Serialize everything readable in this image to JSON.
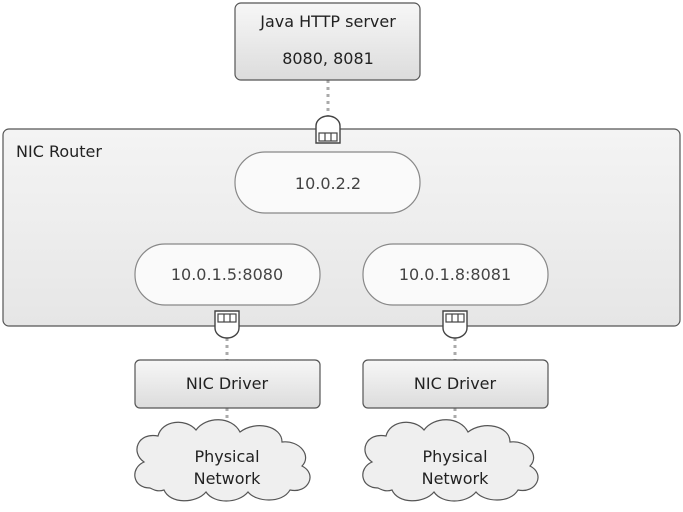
{
  "server": {
    "title": "Java HTTP server",
    "ports": "8080, 8081"
  },
  "router": {
    "title": "NIC Router",
    "nodes": {
      "top": "10.0.2.2",
      "left": "10.0.1.5:8080",
      "right": "10.0.1.8:8081"
    }
  },
  "drivers": {
    "left": "NIC Driver",
    "right": "NIC Driver"
  },
  "networks": {
    "left": {
      "line1": "Physical",
      "line2": "Network"
    },
    "right": {
      "line1": "Physical",
      "line2": "Network"
    }
  }
}
